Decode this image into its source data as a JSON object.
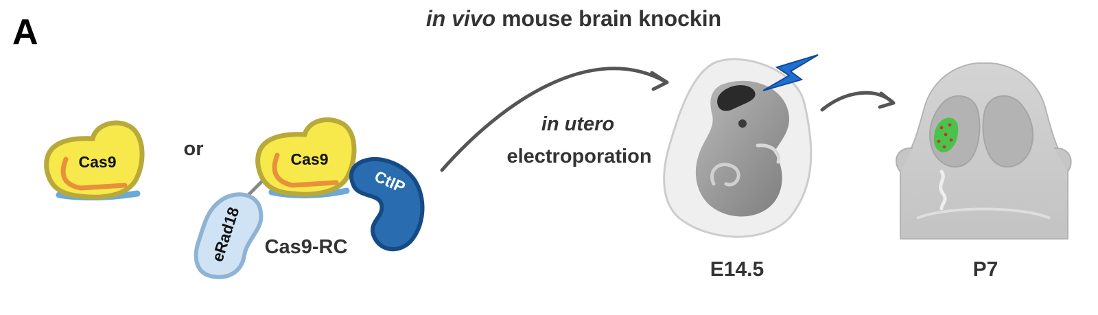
{
  "panel_label": "A",
  "title": {
    "italic_part": "in vivo",
    "rest": " mouse brain knockin"
  },
  "proteins": {
    "cas9_left": "Cas9",
    "connector": "or",
    "cas9_right": "Cas9",
    "ctip": "CtIP",
    "erad18": "eRad18",
    "fusion_name": "Cas9-RC"
  },
  "procedure": {
    "line1": "in utero",
    "line2": "electroporation"
  },
  "stages": {
    "embryo": "E14.5",
    "pup": "P7"
  },
  "colors": {
    "cas9_fill": "#f7e94c",
    "cas9_outline": "#b8a93a",
    "guide_rna": "#e8913a",
    "dna_strand": "#6aa9d8",
    "ctip_fill": "#2a6cb0",
    "ctip_outline": "#164a85",
    "erad18_fill": "#cfe3f4",
    "erad18_outline": "#8fb3d3",
    "arrow": "#555555",
    "electroporation_bolt": "#1f6fd1",
    "labeled_cells": "#4cc24c"
  },
  "icons": [
    "lightning-bolt-icon",
    "curved-arrow-icon"
  ]
}
